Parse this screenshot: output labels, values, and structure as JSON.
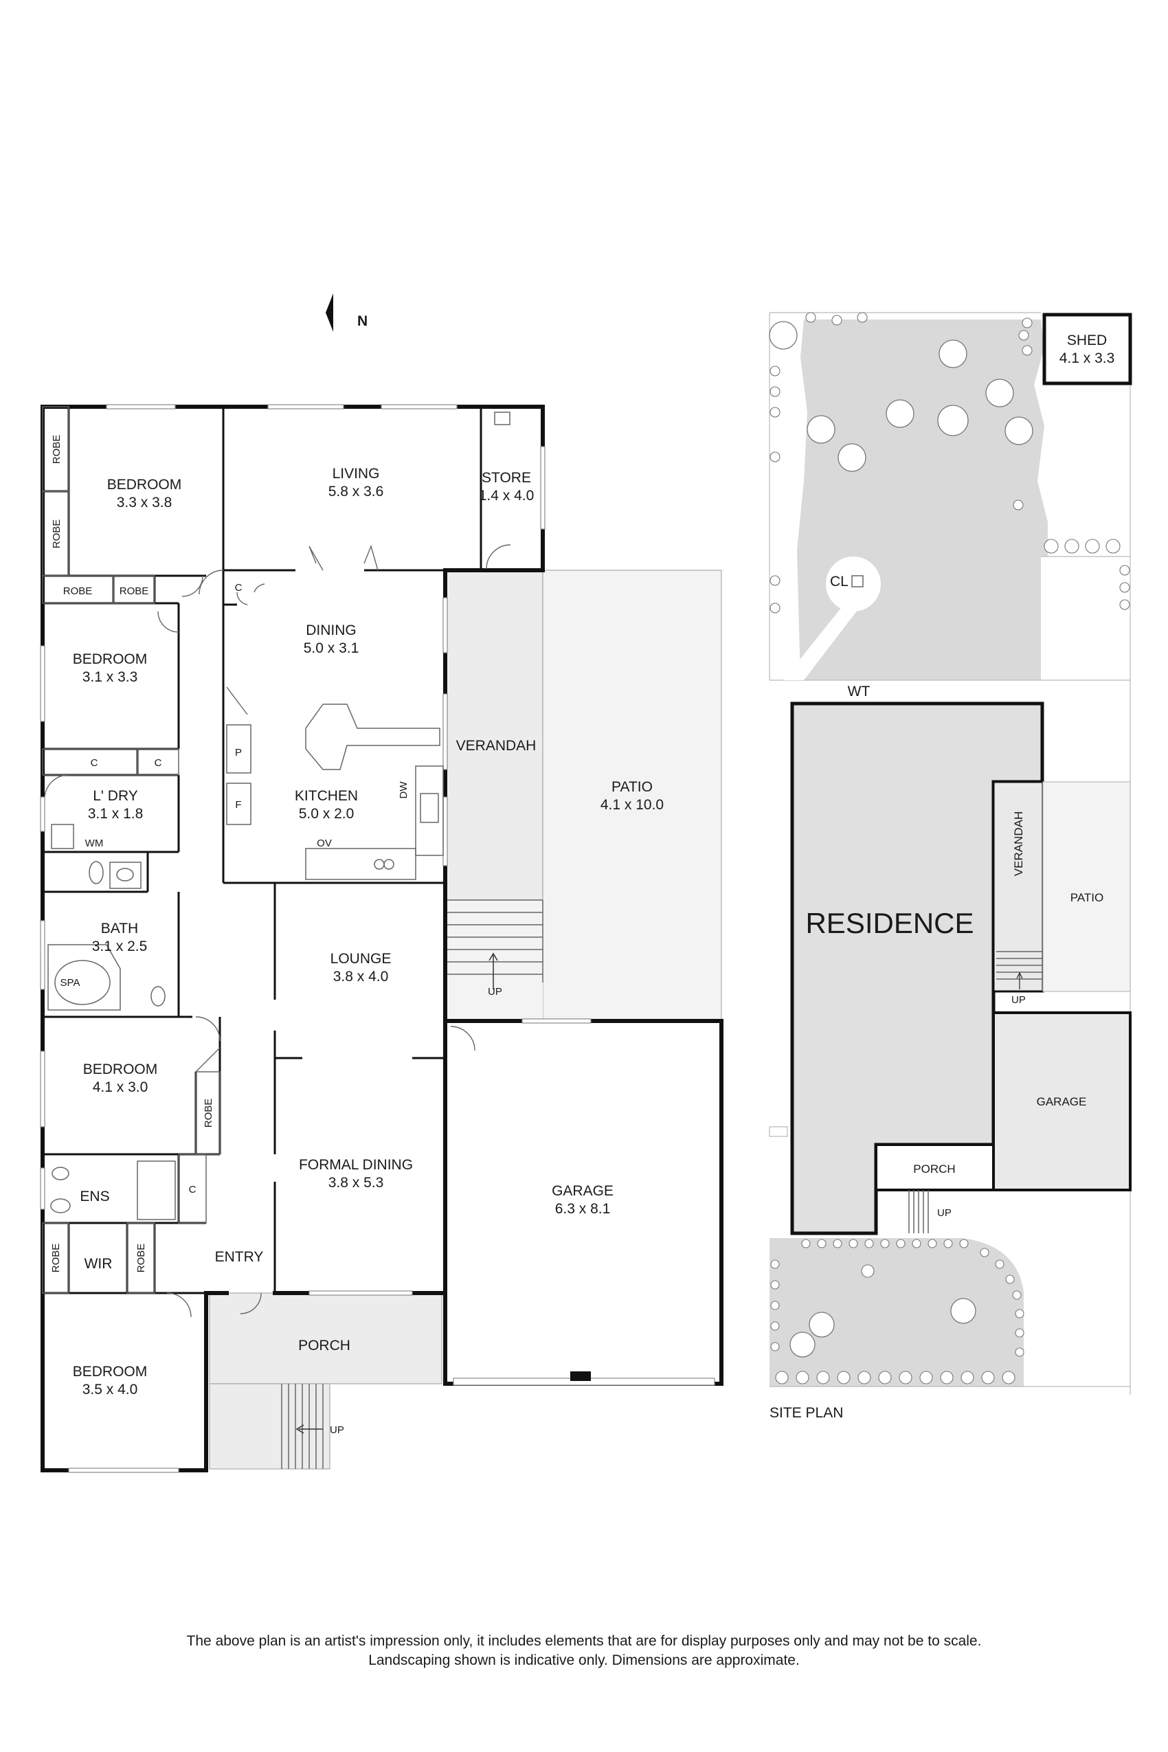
{
  "compass": {
    "letter": "N"
  },
  "rooms": {
    "bedroom_nw": {
      "name": "BEDROOM",
      "dims": "3.3 x 3.8"
    },
    "living": {
      "name": "LIVING",
      "dims": "5.8 x 3.6"
    },
    "store": {
      "name": "STORE",
      "dims": "1.4 x 4.0"
    },
    "bedroom_2": {
      "name": "BEDROOM",
      "dims": "3.1 x 3.3"
    },
    "dining": {
      "name": "DINING",
      "dims": "5.0 x 3.1"
    },
    "kitchen": {
      "name": "KITCHEN",
      "dims": "5.0 x 2.0"
    },
    "laundry": {
      "name": "L' DRY",
      "dims": "3.1 x 1.8"
    },
    "bath": {
      "name": "BATH",
      "dims": "3.1 x 2.5"
    },
    "lounge": {
      "name": "LOUNGE",
      "dims": "3.8 x 4.0"
    },
    "bedroom_3": {
      "name": "BEDROOM",
      "dims": "4.1 x 3.0"
    },
    "formal_dining": {
      "name": "FORMAL DINING",
      "dims": "3.8 x 5.3"
    },
    "garage": {
      "name": "GARAGE",
      "dims": "6.3 x 8.1"
    },
    "bedroom_4": {
      "name": "BEDROOM",
      "dims": "3.5 x 4.0"
    },
    "patio": {
      "name": "PATIO",
      "dims": "4.1 x 10.0"
    },
    "verandah": {
      "name": "VERANDAH"
    },
    "porch": {
      "name": "PORCH"
    },
    "entry": {
      "name": "ENTRY"
    },
    "ens": {
      "name": "ENS"
    },
    "wir": {
      "name": "WIR"
    }
  },
  "fixtures": {
    "robe": "ROBE",
    "cupboard": "C",
    "pantry": "P",
    "fridge": "F",
    "dishwasher": "DW",
    "oven": "OV",
    "washing_machine": "WM",
    "spa": "SPA",
    "up": "UP"
  },
  "site_plan": {
    "title": "SITE PLAN",
    "residence": "RESIDENCE",
    "shed_name": "SHED",
    "shed_dims": "4.1 x 3.3",
    "clothesline": "CL",
    "water_tank": "WT",
    "verandah": "VERANDAH",
    "patio": "PATIO",
    "garage": "GARAGE",
    "porch": "PORCH",
    "up": "UP"
  },
  "disclaimer": {
    "line1": "The above plan is an artist's impression only, it includes elements that are for display purposes only and may not be to scale.",
    "line2": "Landscaping shown is indicative only. Dimensions are approximate."
  }
}
